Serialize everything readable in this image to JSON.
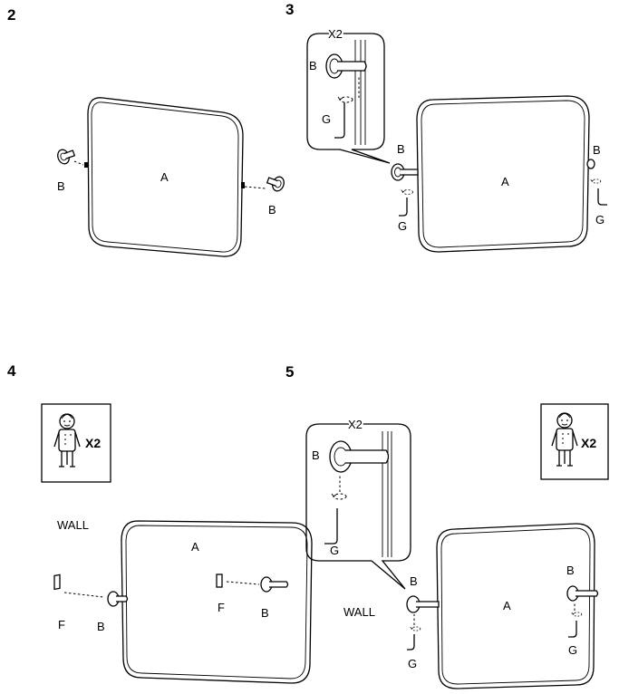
{
  "steps": {
    "s2": {
      "number": "2",
      "label_a": "A",
      "label_b_left": "B",
      "label_b_right": "B"
    },
    "s3": {
      "number": "3",
      "callout_qty": "X2",
      "callout_b": "B",
      "callout_g": "G",
      "label_a": "A",
      "label_b_left": "B",
      "label_g_left": "G",
      "label_b_right": "B",
      "label_g_right": "G"
    },
    "s4": {
      "number": "4",
      "person_qty": "X2",
      "wall": "WALL",
      "label_a": "A",
      "label_f_left": "F",
      "label_b_left": "B",
      "label_f_right": "F",
      "label_b_right": "B"
    },
    "s5": {
      "number": "5",
      "callout_qty": "X2",
      "callout_b": "B",
      "callout_g": "G",
      "person_qty": "X2",
      "wall": "WALL",
      "label_a": "A",
      "label_b_left": "B",
      "label_g_left": "G",
      "label_b_right": "B",
      "label_g_right": "G"
    }
  },
  "icons": {
    "person": "two-person-icon",
    "hex_key": "hex-key-icon",
    "bracket": "bracket-icon",
    "wall_plug": "wall-plug-icon",
    "rotate": "rotate-arrow-icon"
  }
}
